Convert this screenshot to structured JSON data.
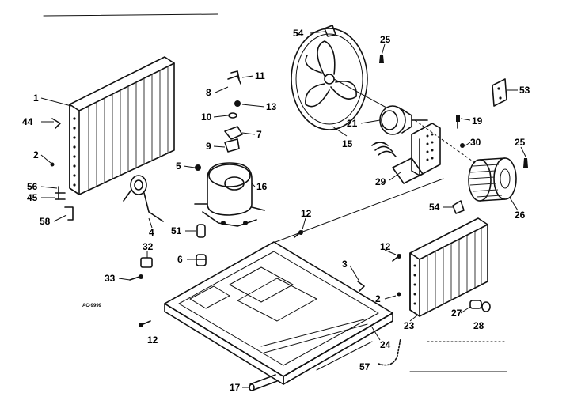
{
  "diagram": {
    "code_mark": "AC-9999",
    "callouts": {
      "c1": "1",
      "c44": "44",
      "c2a": "2",
      "c56": "56",
      "c45": "45",
      "c58": "58",
      "c4": "4",
      "c8": "8",
      "c11": "11",
      "c13": "13",
      "c10": "10",
      "c7": "7",
      "c9": "9",
      "c5": "5",
      "c16": "16",
      "c51": "51",
      "c6": "6",
      "c32": "32",
      "c33": "33",
      "c12a": "12",
      "c12b": "12",
      "c12c": "12",
      "c54a": "54",
      "c25a": "25",
      "c15": "15",
      "c21": "21",
      "c19": "19",
      "c30": "30",
      "c29": "29",
      "c25b": "25",
      "c26": "26",
      "c53": "53",
      "c54b": "54",
      "c3": "3",
      "c2b": "2",
      "c27": "27",
      "c28": "28",
      "c23": "23",
      "c24": "24",
      "c57": "57",
      "c17": "17"
    }
  }
}
